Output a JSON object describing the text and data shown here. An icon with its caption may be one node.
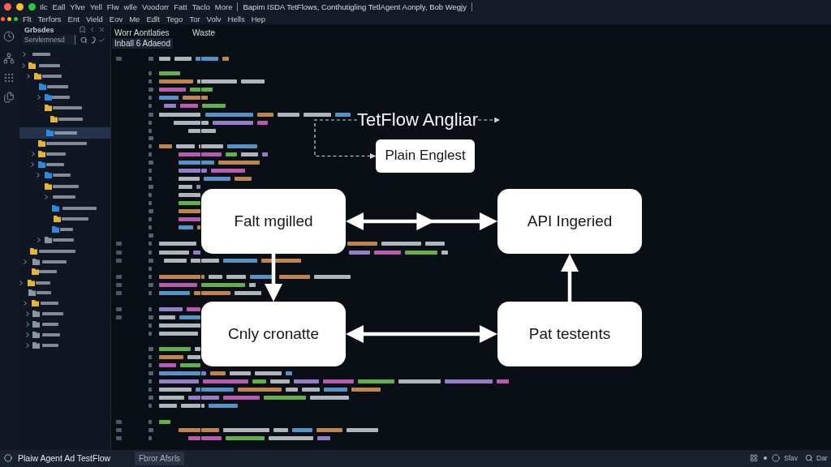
{
  "diagram": {
    "nodes": [
      {
        "text": [
          "TetFlow Angliar"
        ]
      },
      {
        "text": [
          "Plain Englest"
        ]
      },
      {
        "text": [
          "Falt mgilled"
        ]
      },
      {
        "text": [
          "API Ingeried"
        ]
      },
      {
        "text": [
          "Cnly cronatte"
        ]
      },
      {
        "text": [
          "Pat testents"
        ]
      }
    ],
    "edges": [
      {
        "from": 0,
        "to": 1,
        "arrow": "to",
        "style": "dashed"
      },
      {
        "from": 0,
        "to": null,
        "arrow": "to",
        "style": "dashed"
      },
      {
        "from": 2,
        "to": 3,
        "arrow": "both"
      },
      {
        "from": 2,
        "to": 4,
        "arrow": "to"
      },
      {
        "from": 4,
        "to": 5,
        "arrow": "both"
      },
      {
        "from": 5,
        "to": 3,
        "arrow": "to"
      }
    ],
    "labels": [
      "Ilc",
      "Eall",
      "Ylve",
      "Yell",
      "Flw",
      "wlle",
      "Voodorr",
      "Fatt",
      "Taclo",
      "More",
      "Bapim ISDA TetFlows, Conthutigling TetlAgent Aonply, Bob Wegjy",
      "Flt",
      "Terfors",
      "Ent",
      "Vield",
      "Eov",
      "Me",
      "Edlt",
      "Tego",
      "Tor",
      "Volv",
      "Hells",
      "Hep",
      "Grbsdes",
      "Servlemnesd",
      "Worr Aontlaties",
      "Waste",
      "Inball 6 Adaeod",
      "Plaiw Agent Ad TestFlow",
      "Fbror Afsrls",
      "Sfav",
      "Dar"
    ]
  }
}
